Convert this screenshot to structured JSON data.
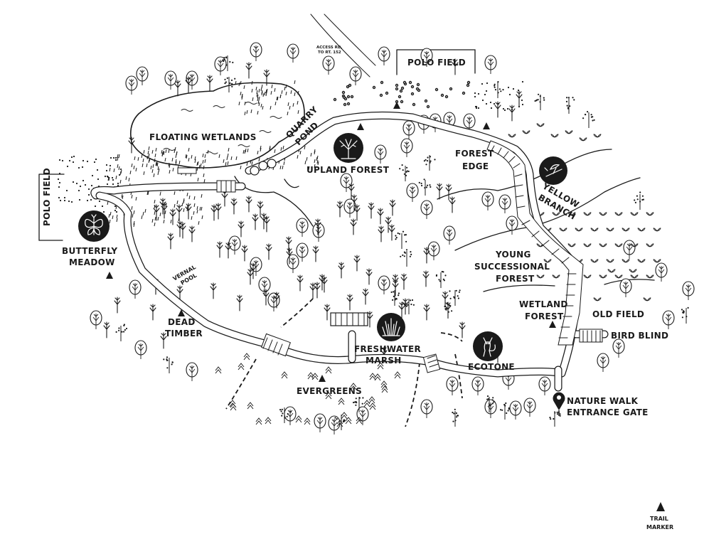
{
  "labels": {
    "polo_field_top": "POLO FIELD",
    "polo_field_left": "POLO FIELD",
    "access_rd_1": "ACCESS RD.",
    "access_rd_2": "TO RT. 152",
    "floating_wetlands": "FLOATING WETLANDS",
    "quarry": "QUARRY",
    "pond": "POND",
    "upland_forest": "UPLAND FOREST",
    "forest_edge_1": "FOREST",
    "forest_edge_2": "EDGE",
    "yellow_branch_1": "YELLOW",
    "yellow_branch_2": "BRANCH",
    "butterfly_meadow_1": "BUTTERFLY",
    "butterfly_meadow_2": "MEADOW",
    "vernal_1": "VERNAL",
    "vernal_2": "POOL",
    "young_forest_1": "YOUNG",
    "young_forest_2": "SUCCESSIONAL",
    "young_forest_3": "FOREST",
    "wetland_forest_1": "WETLAND",
    "wetland_forest_2": "FOREST",
    "old_field": "OLD FIELD",
    "bird_blind": "BIRD BLIND",
    "dead_timber_1": "DEAD",
    "dead_timber_2": "TIMBER",
    "freshwater_marsh_1": "FRESHWATER",
    "freshwater_marsh_2": "MARSH",
    "ecotone": "ECOTONE",
    "evergreens": "EVERGREENS",
    "nature_walk_1": "NATURE WALK",
    "nature_walk_2": "ENTRANCE GATE"
  },
  "legend": {
    "trail_marker_1": "TRAIL",
    "trail_marker_2": "MARKER"
  },
  "icons": {
    "upland_forest": "tree-icon",
    "yellow_branch": "bird-icon",
    "butterfly_meadow": "butterfly-icon",
    "freshwater_marsh": "grass-icon",
    "ecotone": "fox-icon",
    "entrance": "location-pin-icon",
    "trail_marker": "triangle-icon"
  },
  "colors": {
    "ink": "#1a1a1a",
    "paper": "#ffffff"
  }
}
